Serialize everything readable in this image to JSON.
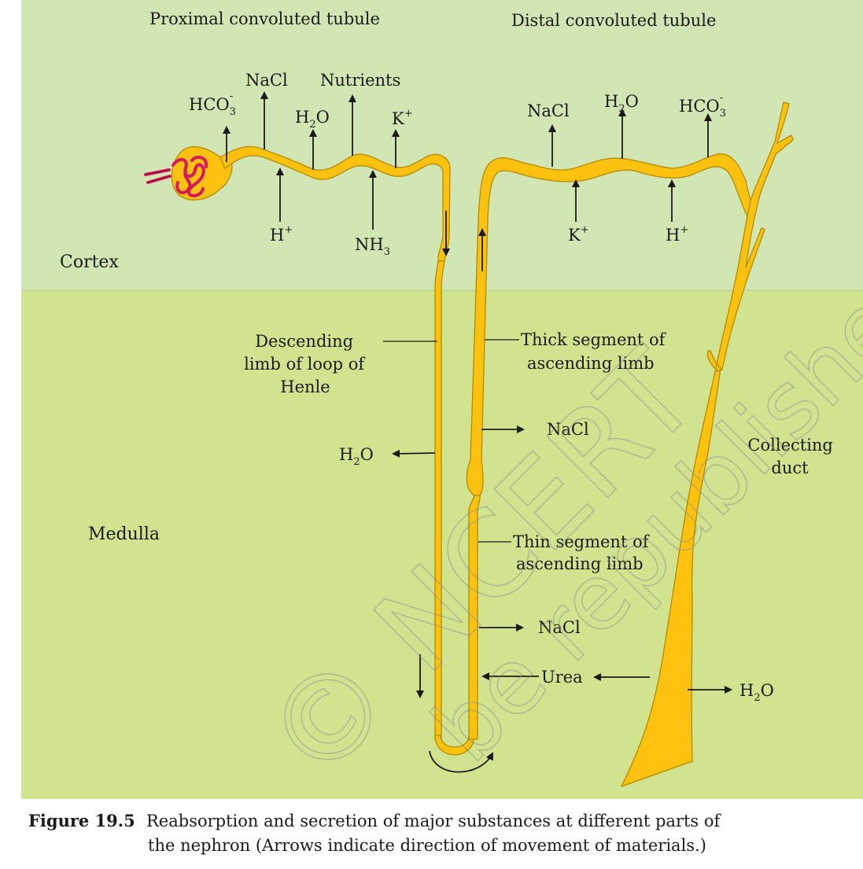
{
  "regions": {
    "cortex": "Cortex",
    "medulla": "Medulla",
    "pct": "Proximal convoluted tubule",
    "dct": "Distal convoluted tubule"
  },
  "pct_labels": {
    "hco3_out": "HCO",
    "nacl_out": "NaCl",
    "h2o_out": "H",
    "nutrients_out": "Nutrients",
    "k_out": "K",
    "h_in": "H",
    "nh3_in": "NH"
  },
  "dct_labels": {
    "nacl_out": "NaCl",
    "h2o_out": "H",
    "hco3_out": "HCO",
    "k_in": "K",
    "h_in": "H"
  },
  "symbols": {
    "minus": "-",
    "plus": "+",
    "two": "2",
    "three": "3",
    "oxygen": "O"
  },
  "loop_labels": {
    "descending_1": "Descending",
    "descending_2": "limb of loop of",
    "descending_3": "Henle",
    "thick_1": "Thick segment of",
    "thick_2": "ascending limb",
    "thin_1": "Thin segment of",
    "thin_2": "ascending limb",
    "h2o": "H",
    "nacl_thick": "NaCl",
    "nacl_thin": "NaCl",
    "urea": "Urea"
  },
  "duct_labels": {
    "collecting_1": "Collecting",
    "collecting_2": "duct",
    "h2o": "H"
  },
  "watermark": {
    "line1": "© NCERT",
    "line2": "be republished"
  },
  "caption": {
    "figure": "Figure 19.5",
    "line1": "Reabsorption and secretion of major substances at different parts of",
    "line2": "the nephron (Arrows indicate direction of movement of materials.)"
  },
  "colors": {
    "cortex_bg": "#d1e6b3",
    "medulla_bg": "#d2e38f",
    "tubule_fill": "#fcc20f",
    "tubule_outline": "#b38a00",
    "glomerulus": "#d61b5c"
  }
}
